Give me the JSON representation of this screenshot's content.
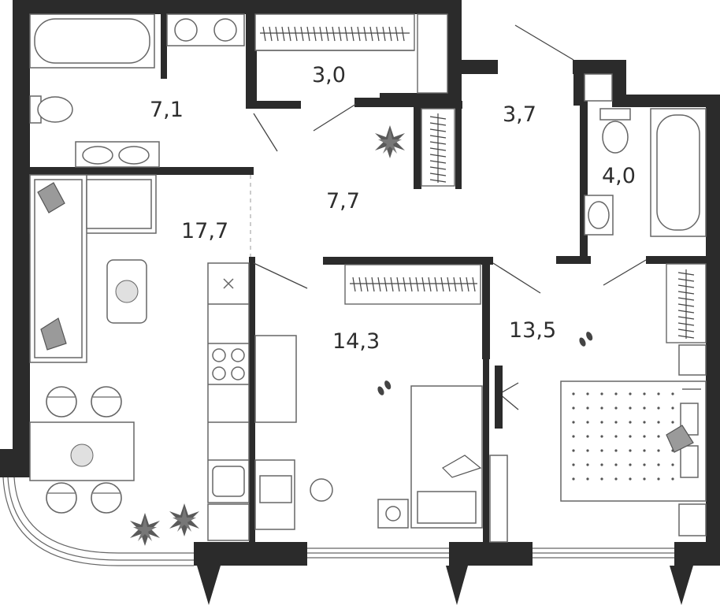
{
  "rooms": [
    {
      "id": "bathroom-1",
      "area": "7,1"
    },
    {
      "id": "wardrobe",
      "area": "3,0"
    },
    {
      "id": "hall",
      "area": "3,7"
    },
    {
      "id": "bathroom-2",
      "area": "4,0"
    },
    {
      "id": "corridor",
      "area": "7,7"
    },
    {
      "id": "kitchen-living",
      "area": "17,7"
    },
    {
      "id": "bedroom-1",
      "area": "14,3"
    },
    {
      "id": "bedroom-2",
      "area": "13,5"
    }
  ],
  "colors": {
    "wall": "#2b2b2b",
    "line": "#6a6a6a",
    "fill": "#ffffff"
  }
}
